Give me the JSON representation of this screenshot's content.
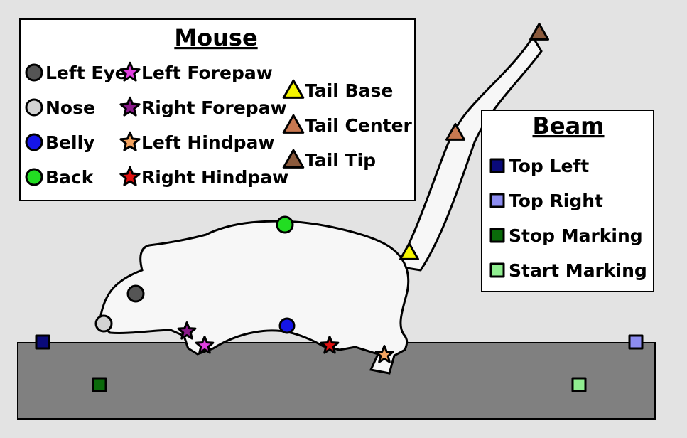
{
  "mouse_legend": {
    "title": "Mouse",
    "items": [
      {
        "label": "Left Eye",
        "shape": "circle",
        "color": "#555555"
      },
      {
        "label": "Nose",
        "shape": "circle",
        "color": "#d3d3d3"
      },
      {
        "label": "Belly",
        "shape": "circle",
        "color": "#1515e8"
      },
      {
        "label": "Back",
        "shape": "circle",
        "color": "#22dd22"
      },
      {
        "label": "Left Forepaw",
        "shape": "star",
        "color": "#e040e0"
      },
      {
        "label": "Right Forepaw",
        "shape": "star",
        "color": "#8a1a8a"
      },
      {
        "label": "Left Hindpaw",
        "shape": "star",
        "color": "#f4a460"
      },
      {
        "label": "Right Hindpaw",
        "shape": "star",
        "color": "#e01010"
      },
      {
        "label": "Tail Base",
        "shape": "triangle",
        "color": "#f5f500"
      },
      {
        "label": "Tail Center",
        "shape": "triangle",
        "color": "#c87850"
      },
      {
        "label": "Tail Tip",
        "shape": "triangle",
        "color": "#8b5a3c"
      }
    ]
  },
  "beam_legend": {
    "title": "Beam",
    "items": [
      {
        "label": "Top Left",
        "shape": "square",
        "color": "#0a0a7a"
      },
      {
        "label": "Top Right",
        "shape": "square",
        "color": "#8c8cf0"
      },
      {
        "label": "Stop Marking",
        "shape": "square",
        "color": "#0a6a0a"
      },
      {
        "label": "Start Marking",
        "shape": "square",
        "color": "#90ee90"
      }
    ]
  },
  "colors": {
    "background": "#e3e3e3",
    "beam": "#808080",
    "mouse_body": "#f7f7f7",
    "outline": "#000000"
  }
}
